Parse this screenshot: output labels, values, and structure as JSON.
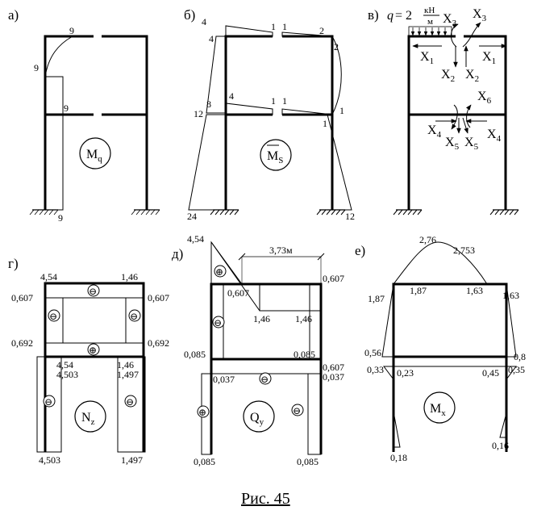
{
  "caption": "Рис. 45",
  "panels": {
    "a": {
      "label": "а)",
      "badge": "M",
      "badge_sub": "q",
      "values": [
        "9",
        "9",
        "9",
        "9"
      ]
    },
    "b": {
      "label": "б)",
      "badge": "M",
      "badge_sub": "S",
      "values": [
        "4",
        "4",
        "1",
        "1",
        "2",
        "2",
        "12",
        "8",
        "4",
        "1",
        "1",
        "1",
        "1",
        "24",
        "12"
      ]
    },
    "v": {
      "label": "в)",
      "load_q": "q",
      "load_eq": "= 2",
      "load_unit_num": "кН",
      "load_unit_den": "м",
      "x_letter": "X",
      "unknowns": [
        "3",
        "3",
        "1",
        "1",
        "2",
        "2",
        "6",
        "4",
        "4",
        "5",
        "5"
      ]
    },
    "g": {
      "label": "г)",
      "badge": "N",
      "badge_sub": "z",
      "values": [
        "4,54",
        "1,46",
        "0,607",
        "0,607",
        "0,692",
        "0,692",
        "4,54",
        "4,503",
        "1,46",
        "1,497",
        "4,503",
        "1,497"
      ],
      "signs": [
        "⊖",
        "⊖",
        "⊖",
        "⊕",
        "⊖",
        "⊖"
      ]
    },
    "d": {
      "label": "д)",
      "badge": "Q",
      "badge_sub": "y",
      "dimension": "3,73м",
      "values": [
        "4,54",
        "0,607",
        "0,607",
        "1,46",
        "1,46",
        "0,085",
        "0,085",
        "0,607",
        "0,037",
        "0,037",
        "0,085",
        "0,085"
      ],
      "signs": [
        "⊕",
        "⊖",
        "⊖",
        "⊕",
        "⊖"
      ]
    },
    "e": {
      "label": "е)",
      "badge": "M",
      "badge_sub": "x",
      "values": [
        "2,76",
        "2,753",
        "1,87",
        "1,87",
        "1,63",
        "1,63",
        "0,56",
        "0,8",
        "0,33",
        "0,23",
        "0,45",
        "0,35",
        "0,18",
        "0,16"
      ]
    }
  }
}
